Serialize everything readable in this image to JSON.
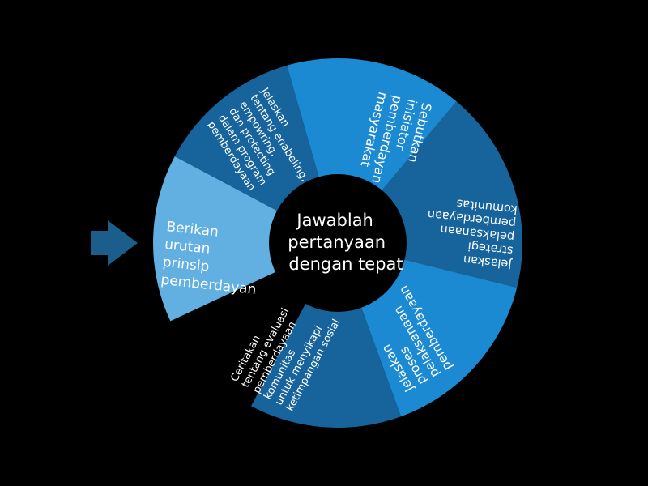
{
  "center": {
    "lines": [
      "Jawablah",
      "pertanyaan",
      "dengan tepat"
    ],
    "color": "#000000"
  },
  "pointer": {
    "icon": "arrow-right-icon",
    "color": "#1b5e8c"
  },
  "segments": [
    {
      "id": "urutan-prinsip",
      "lines": [
        "Berikan",
        "urutan",
        "prinsip",
        "pemberdayan"
      ],
      "color": "#62b0e2",
      "selected": true
    },
    {
      "id": "enabeling-empowering",
      "lines": [
        "Jelaskan",
        "tentang enabeling,",
        "empowring,",
        "dan protecting",
        "dalam program",
        "pemberdayaan"
      ],
      "color": "#17649c"
    },
    {
      "id": "inisiator",
      "lines": [
        "Sebutkan",
        "inisiator",
        "pemberdayan",
        "masyarakat"
      ],
      "color": "#1c8ad2"
    },
    {
      "id": "strategi",
      "lines": [
        "Jelaskan",
        "strategi",
        "pelaksanaan",
        "pemberdayaan",
        "komunitas"
      ],
      "color": "#17649c"
    },
    {
      "id": "proses",
      "lines": [
        "Jelaskan",
        "proses",
        "pelaksanaan",
        "pemberdayaan"
      ],
      "color": "#1c8ad2"
    },
    {
      "id": "evaluasi",
      "lines": [
        "Ceritakan",
        "tentang evaluasi",
        "pemberdayaan",
        "komunitas",
        "untuk menyikapi",
        "ketimpangan sosial"
      ],
      "color": "#17649c"
    }
  ]
}
